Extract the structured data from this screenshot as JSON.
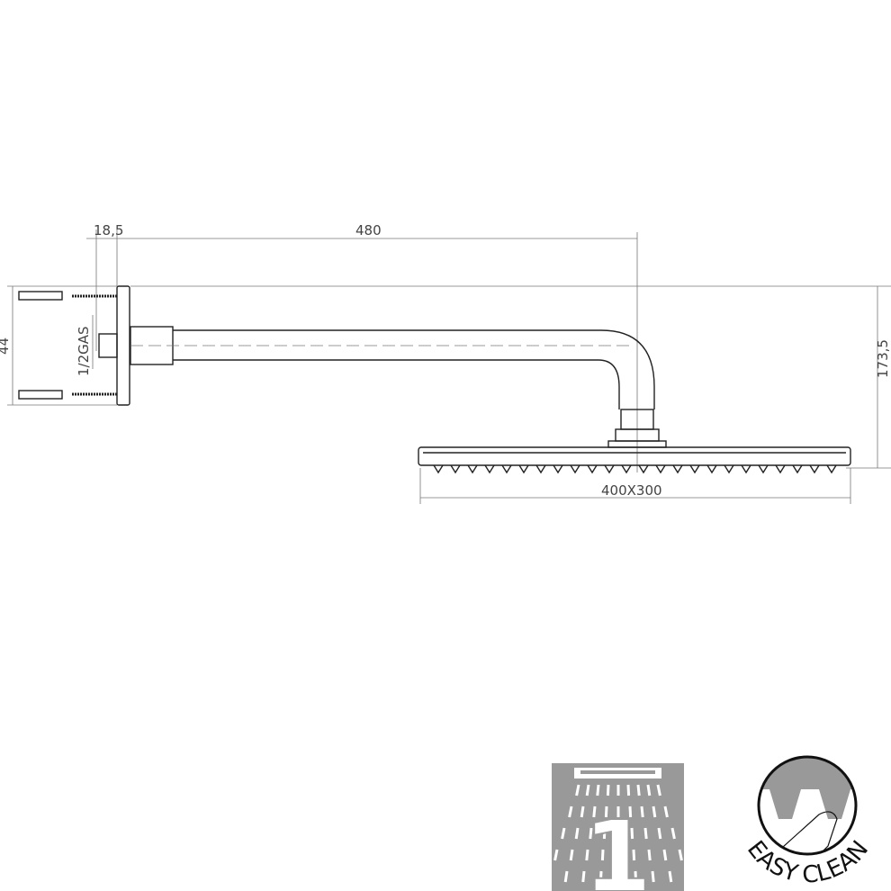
{
  "dimensions": {
    "wall_offset": "18,5",
    "arm_length": "480",
    "height": "173,5",
    "head_size": "400X300",
    "connection": "1/2GAS",
    "plate": "44"
  },
  "badges": {
    "single_function": "1",
    "easy_clean": "EASY CLEAN"
  },
  "colors": {
    "line": "#222222",
    "badge_gray": "#999999"
  }
}
